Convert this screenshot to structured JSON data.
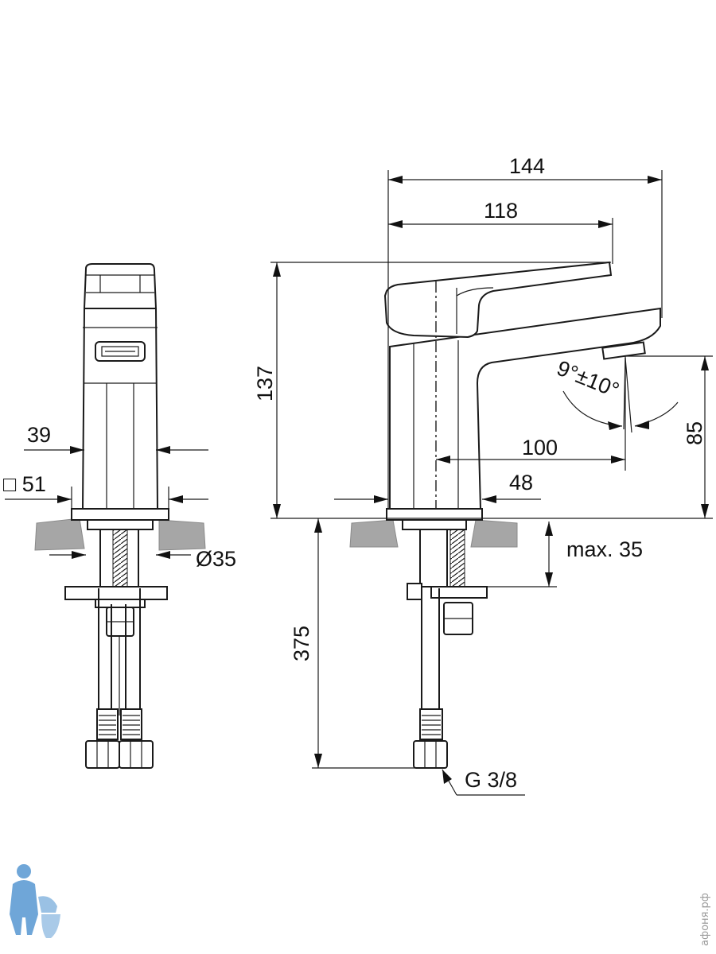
{
  "diagram": {
    "dimensions": {
      "overall_length": "144",
      "lever_length": "118",
      "height": "137",
      "spout_height": "85",
      "spout_reach": "100",
      "base_offset": "48",
      "body_width": "39",
      "base_square": "□ 51",
      "hole_diameter": "Ø35",
      "max_thickness": "max. 35",
      "hose_length": "375",
      "spout_angle": "9°±10°",
      "connection_thread": "G 3/8"
    },
    "watermark": {
      "site_text": "афоня.рф",
      "logo_icon": "plumber-mascot-icon"
    }
  }
}
